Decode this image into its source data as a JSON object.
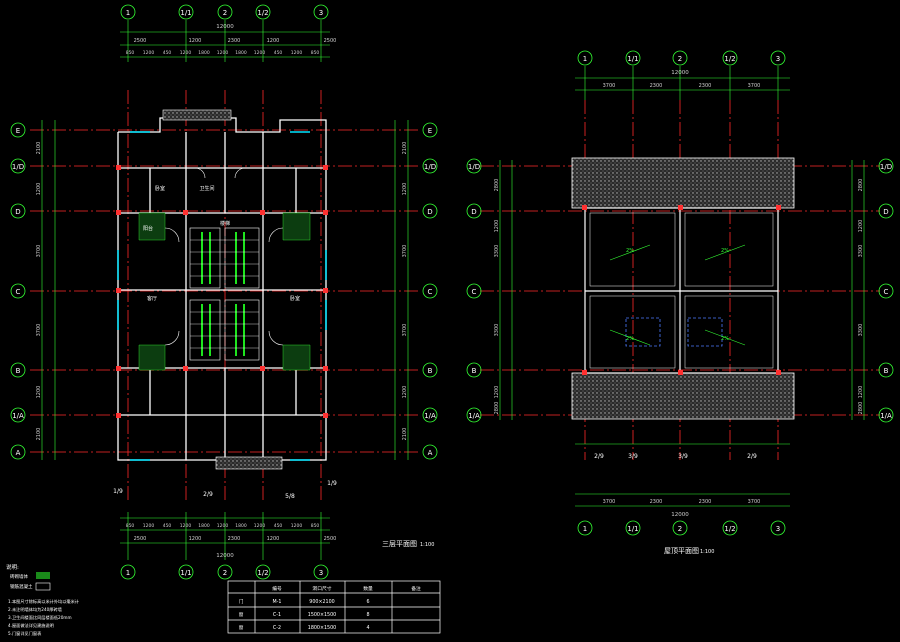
{
  "left_plan": {
    "title": "三层平面图",
    "scale": "1:100",
    "grid_top": [
      "1",
      "1/1",
      "2",
      "1/2",
      "3"
    ],
    "grid_side": [
      "E",
      "1/D",
      "D",
      "C",
      "B",
      "1/A",
      "A"
    ],
    "overall_width": "12000",
    "dim_row1": [
      "2500",
      "1200",
      "2300",
      "1200",
      "2500"
    ],
    "dim_row2": [
      "850",
      "1200",
      "450",
      "1200",
      "1800",
      "1200",
      "1800",
      "1200",
      "450",
      "1200",
      "850"
    ],
    "side_dims": [
      "2100",
      "1200",
      "3700",
      "3700",
      "1200",
      "2100"
    ],
    "section_marks": [
      "1/9",
      "2/9",
      "5/8",
      "1/9"
    ],
    "room_labels": [
      "卧室",
      "卫生间",
      "楼梯",
      "阳台",
      "客厅",
      "卧室"
    ]
  },
  "right_plan": {
    "title": "屋顶平面图",
    "scale": "1:100",
    "grid_top": [
      "1",
      "1/1",
      "2",
      "1/2",
      "3"
    ],
    "grid_side": [
      "1/D",
      "D",
      "C",
      "B",
      "1/A"
    ],
    "overall_width": "12000",
    "dim_row1": [
      "3700",
      "2300",
      "2300",
      "3700"
    ],
    "side_dims": [
      "2800",
      "1200",
      "3300",
      "3300",
      "1200",
      "2800"
    ],
    "section_marks": [
      "2/9",
      "3/9",
      "3/9",
      "2/9"
    ],
    "slope_labels": [
      "2%",
      "2%",
      "2%",
      "2%"
    ]
  },
  "notes": {
    "heading": "说明:",
    "legend_items": [
      "砖砌墙体",
      "钢筋混凝土"
    ],
    "lines": [
      "1.本图尺寸除标高以米计外均以毫米计",
      "2.未注明墙体均为240厚砖墙",
      "3.卫生间楼面比同层楼面低20mm",
      "4.屋面做法详见建施说明",
      "5.门窗详见门窗表"
    ]
  },
  "table": {
    "headers": [
      "",
      "编号",
      "洞口尺寸",
      "数量",
      "备注"
    ],
    "rows": [
      [
        "门",
        "M-1",
        "900×2100",
        "6",
        ""
      ],
      [
        "窗",
        "C-1",
        "1500×1500",
        "8",
        ""
      ],
      [
        "窗",
        "C-2",
        "1800×1500",
        "4",
        ""
      ]
    ]
  },
  "colors": {
    "wall": "#ffffff",
    "dimension": "#33ff33",
    "axis": "#ff2a2a",
    "stair": "#22ff22",
    "window": "#00e5ff",
    "column": "#ff3030",
    "text": "#ffffff"
  }
}
